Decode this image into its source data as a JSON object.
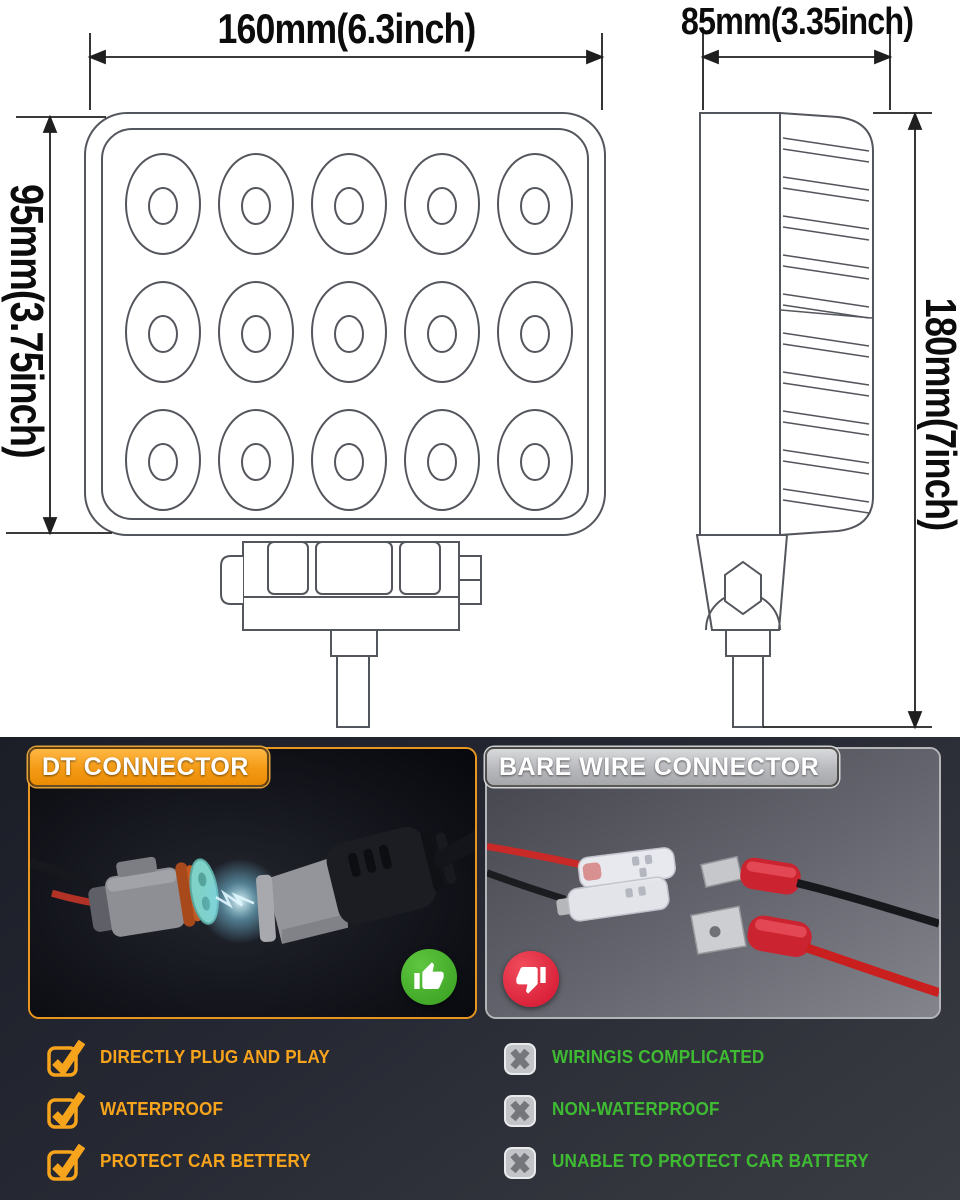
{
  "diagram": {
    "front_view": {
      "width_label": "160mm(6.3inch)",
      "height_label": "95mm(3.75inch)",
      "led_grid": {
        "rows": 3,
        "cols": 5
      }
    },
    "side_view": {
      "width_label": "85mm(3.35inch)",
      "height_label": "180mm(7inch)"
    }
  },
  "comparison": {
    "dt_panel": {
      "title": "DT CONNECTOR",
      "verdict_icon": "thumbs-up-icon",
      "accent_color": "#f49c1c",
      "verdict_color": "#3fae2a"
    },
    "bare_panel": {
      "title": "BARE WIRE CONNECTOR",
      "verdict_icon": "thumbs-down-icon",
      "accent_color": "#b4b5b9",
      "verdict_color": "#e0243c"
    },
    "pros": [
      "DIRECTLY PLUG AND PLAY",
      "WATERPROOF",
      "PROTECT CAR BETTERY"
    ],
    "cons": [
      "WIRINGIS COMPLICATED",
      "NON-WATERPROOF",
      "UNABLE TO PROTECT CAR BATTERY"
    ],
    "pros_icon": "check-icon",
    "cons_icon": "cross-icon",
    "pros_color": "#f7a41d",
    "cons_color": "#3fbb33"
  }
}
